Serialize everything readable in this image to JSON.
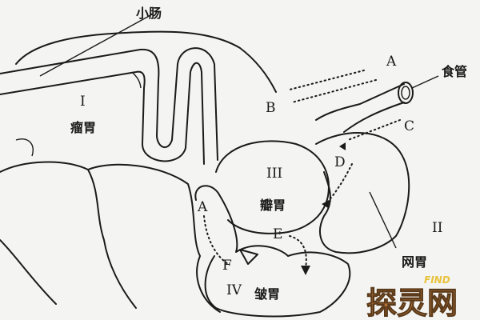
{
  "labels": {
    "small_intestine": "小肠",
    "esophagus": "食管",
    "rumen_numeral": "I",
    "rumen": "瘤胃",
    "reticulum_numeral": "II",
    "reticulum": "网胃",
    "omasum_numeral": "III",
    "omasum": "瓣胃",
    "abomasum_numeral": "IV",
    "abomasum": "皱胃"
  },
  "markers": {
    "a_top": "A",
    "b": "B",
    "c": "C",
    "d": "D",
    "e": "E",
    "f": "F",
    "a_left": "A"
  },
  "watermark": {
    "main": "探灵网",
    "sub": "FIND"
  }
}
